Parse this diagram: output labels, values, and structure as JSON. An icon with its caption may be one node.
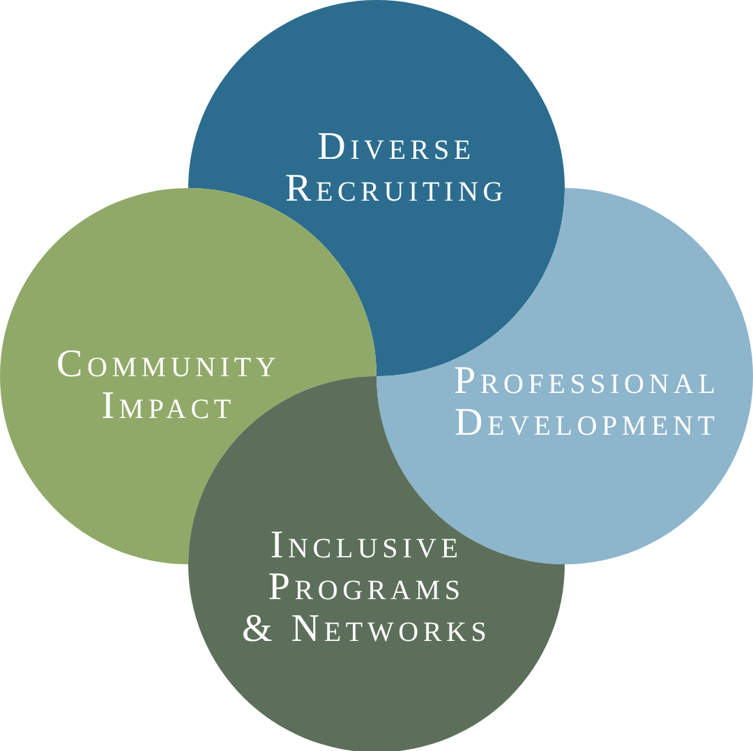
{
  "diagram": {
    "nodes": [
      {
        "text": [
          "Diverse Recruiting"
        ]
      },
      {
        "text": [
          "Community Impact"
        ]
      },
      {
        "text": [
          "Professional Development"
        ]
      },
      {
        "text": [
          "Inclusive Programs & Networks"
        ]
      }
    ]
  }
}
